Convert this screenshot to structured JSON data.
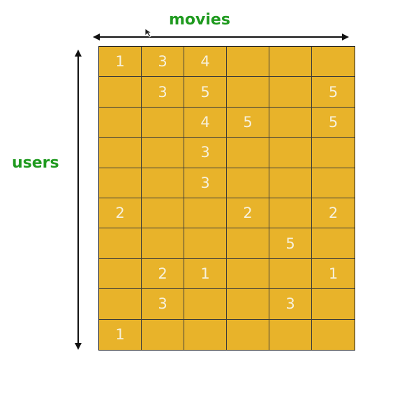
{
  "labels": {
    "columns": "movies",
    "rows": "users"
  },
  "colors": {
    "label": "#1f9a1f",
    "cell_fill": "#e8b32a",
    "cell_text": "#f7f1dc",
    "grid_line": "#3a3a3a"
  },
  "ratings": [
    [
      "1",
      "3",
      "4",
      "",
      "",
      ""
    ],
    [
      "",
      "3",
      "5",
      "",
      "",
      "5"
    ],
    [
      "",
      "",
      "4",
      "5",
      "",
      "5"
    ],
    [
      "",
      "",
      "3",
      "",
      "",
      ""
    ],
    [
      "",
      "",
      "3",
      "",
      "",
      ""
    ],
    [
      "2",
      "",
      "",
      "2",
      "",
      "2"
    ],
    [
      "",
      "",
      "",
      "",
      "5",
      ""
    ],
    [
      "",
      "2",
      "1",
      "",
      "",
      "1"
    ],
    [
      "",
      "3",
      "",
      "",
      "3",
      ""
    ],
    [
      "1",
      "",
      "",
      "",
      "",
      ""
    ]
  ]
}
